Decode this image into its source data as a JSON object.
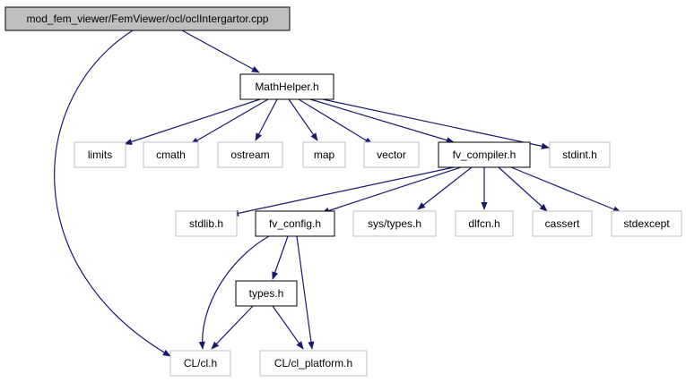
{
  "colors": {
    "edge": "#191970",
    "root_fill": "#bfbfbf",
    "defined_border": "#000000",
    "external_border": "#bfbfbf",
    "node_fill": "#ffffff"
  },
  "nodes": [
    {
      "id": "root",
      "label": "mod_fem_viewer/FemViewer/ocl/oclIntergartor.cpp",
      "kind": "root"
    },
    {
      "id": "mathhelper",
      "label": "MathHelper.h",
      "kind": "defined"
    },
    {
      "id": "limits",
      "label": "limits",
      "kind": "external"
    },
    {
      "id": "cmath",
      "label": "cmath",
      "kind": "external"
    },
    {
      "id": "ostream",
      "label": "ostream",
      "kind": "external"
    },
    {
      "id": "map",
      "label": "map",
      "kind": "external"
    },
    {
      "id": "vector",
      "label": "vector",
      "kind": "external"
    },
    {
      "id": "fvcompiler",
      "label": "fv_compiler.h",
      "kind": "defined"
    },
    {
      "id": "stdint",
      "label": "stdint.h",
      "kind": "external"
    },
    {
      "id": "stdlib",
      "label": "stdlib.h",
      "kind": "external"
    },
    {
      "id": "fvconfig",
      "label": "fv_config.h",
      "kind": "defined"
    },
    {
      "id": "systypes",
      "label": "sys/types.h",
      "kind": "external"
    },
    {
      "id": "dlfcn",
      "label": "dlfcn.h",
      "kind": "external"
    },
    {
      "id": "cassert",
      "label": "cassert",
      "kind": "external"
    },
    {
      "id": "stdexcept",
      "label": "stdexcept",
      "kind": "external"
    },
    {
      "id": "types",
      "label": "types.h",
      "kind": "defined"
    },
    {
      "id": "clcl",
      "label": "CL/cl.h",
      "kind": "external"
    },
    {
      "id": "clplatform",
      "label": "CL/cl_platform.h",
      "kind": "external"
    }
  ],
  "edges": [
    {
      "from": "root",
      "to": "clcl"
    },
    {
      "from": "root",
      "to": "mathhelper"
    },
    {
      "from": "mathhelper",
      "to": "limits"
    },
    {
      "from": "mathhelper",
      "to": "cmath"
    },
    {
      "from": "mathhelper",
      "to": "ostream"
    },
    {
      "from": "mathhelper",
      "to": "map"
    },
    {
      "from": "mathhelper",
      "to": "vector"
    },
    {
      "from": "mathhelper",
      "to": "fvcompiler"
    },
    {
      "from": "mathhelper",
      "to": "stdint"
    },
    {
      "from": "fvcompiler",
      "to": "stdlib"
    },
    {
      "from": "fvcompiler",
      "to": "fvconfig"
    },
    {
      "from": "fvcompiler",
      "to": "systypes"
    },
    {
      "from": "fvcompiler",
      "to": "dlfcn"
    },
    {
      "from": "fvcompiler",
      "to": "cassert"
    },
    {
      "from": "fvcompiler",
      "to": "stdexcept"
    },
    {
      "from": "fvconfig",
      "to": "types"
    },
    {
      "from": "fvconfig",
      "to": "clcl"
    },
    {
      "from": "fvconfig",
      "to": "clplatform"
    },
    {
      "from": "types",
      "to": "clcl"
    },
    {
      "from": "types",
      "to": "clplatform"
    }
  ]
}
